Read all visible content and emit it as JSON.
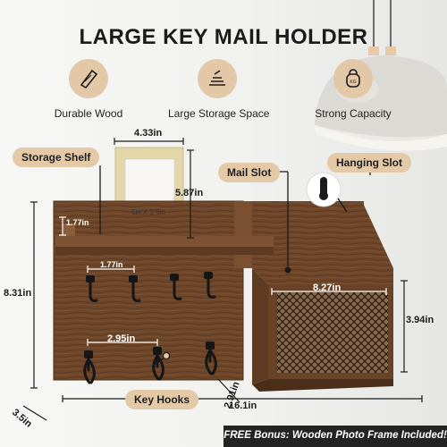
{
  "title": "LARGE KEY MAIL HOLDER",
  "features": [
    {
      "label": "Durable Wood",
      "icon": "wood-plank-icon"
    },
    {
      "label": "Large Storage Space",
      "icon": "storage-stack-icon"
    },
    {
      "label": "Strong Capacity",
      "icon": "kettlebell-icon",
      "icon_text": "KG"
    }
  ],
  "callouts": {
    "storage_shelf": "Storage Shelf",
    "mail_slot": "Mail Slot",
    "hanging_slot": "Hanging Slot",
    "key_hooks": "Key Hooks"
  },
  "frame_text": "5in X 3.5in",
  "dimensions": {
    "frame_width": "4.33in",
    "frame_height": "5.87in",
    "shelf_depth": "1.77in",
    "hook_spacing_top": "1.77in",
    "hook_spacing_bottom": "2.95in",
    "mail_width": "8.27in",
    "mail_height": "3.94in",
    "total_height": "8.31in",
    "total_width": "16.1in",
    "depth": "3.5in",
    "slot_depth": "2.91in"
  },
  "banner": "FREE Bonus: Wooden Photo Frame Included!",
  "colors": {
    "accent": "#e4c9a7",
    "wood": "#6b4427",
    "banner_bg": "#232323"
  }
}
